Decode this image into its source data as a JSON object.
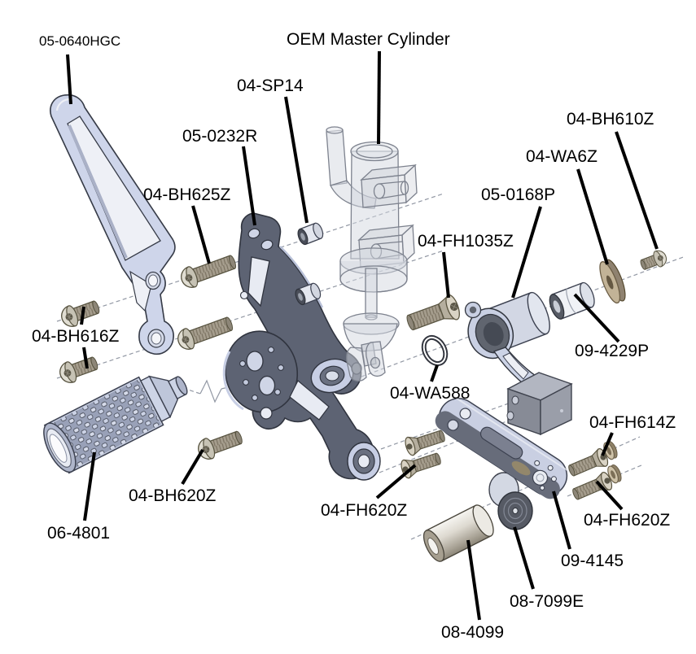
{
  "palette": {
    "background": "#ffffff",
    "label_text": "#000000",
    "leader_line": "#000000",
    "centerline": "#9298a4",
    "part_face_light": "#ced5ea",
    "part_face_dark": "#5d6373",
    "fastener_steel": "#c6c2b4",
    "thread_taupe": "#a59d8d",
    "washer_tan": "#c2b397",
    "ghost_part": "#d4d8e0"
  },
  "labels": [
    {
      "id": "heel-guard",
      "text": "05-0640HGC"
    },
    {
      "id": "oem-master-cylinder",
      "text": "OEM Master Cylinder"
    },
    {
      "id": "spacer-sp14",
      "text": "04-SP14"
    },
    {
      "id": "main-bracket",
      "text": "05-0232R"
    },
    {
      "id": "bolt-bh625z",
      "text": "04-BH625Z"
    },
    {
      "id": "bolt-bh610z",
      "text": "04-BH610Z"
    },
    {
      "id": "washer-wa6z",
      "text": "04-WA6Z"
    },
    {
      "id": "brake-lever-arm",
      "text": "05-0168P"
    },
    {
      "id": "bolt-fh1035z",
      "text": "04-FH1035Z"
    },
    {
      "id": "bolt-bh616z",
      "text": "04-BH616Z"
    },
    {
      "id": "spacer-09-4229p",
      "text": "09-4229P"
    },
    {
      "id": "oring-wa588",
      "text": "04-WA588"
    },
    {
      "id": "washer-fh614z",
      "text": "04-FH614Z"
    },
    {
      "id": "bolt-bh620z",
      "text": "04-BH620Z"
    },
    {
      "id": "bolt-fh620z-left",
      "text": "04-FH620Z"
    },
    {
      "id": "bolt-fh620z-right",
      "text": "04-FH620Z"
    },
    {
      "id": "footpeg",
      "text": "06-4801"
    },
    {
      "id": "link-arm",
      "text": "09-4145"
    },
    {
      "id": "eccentric",
      "text": "08-7099E"
    },
    {
      "id": "spacer-08-4099",
      "text": "08-4099"
    }
  ]
}
